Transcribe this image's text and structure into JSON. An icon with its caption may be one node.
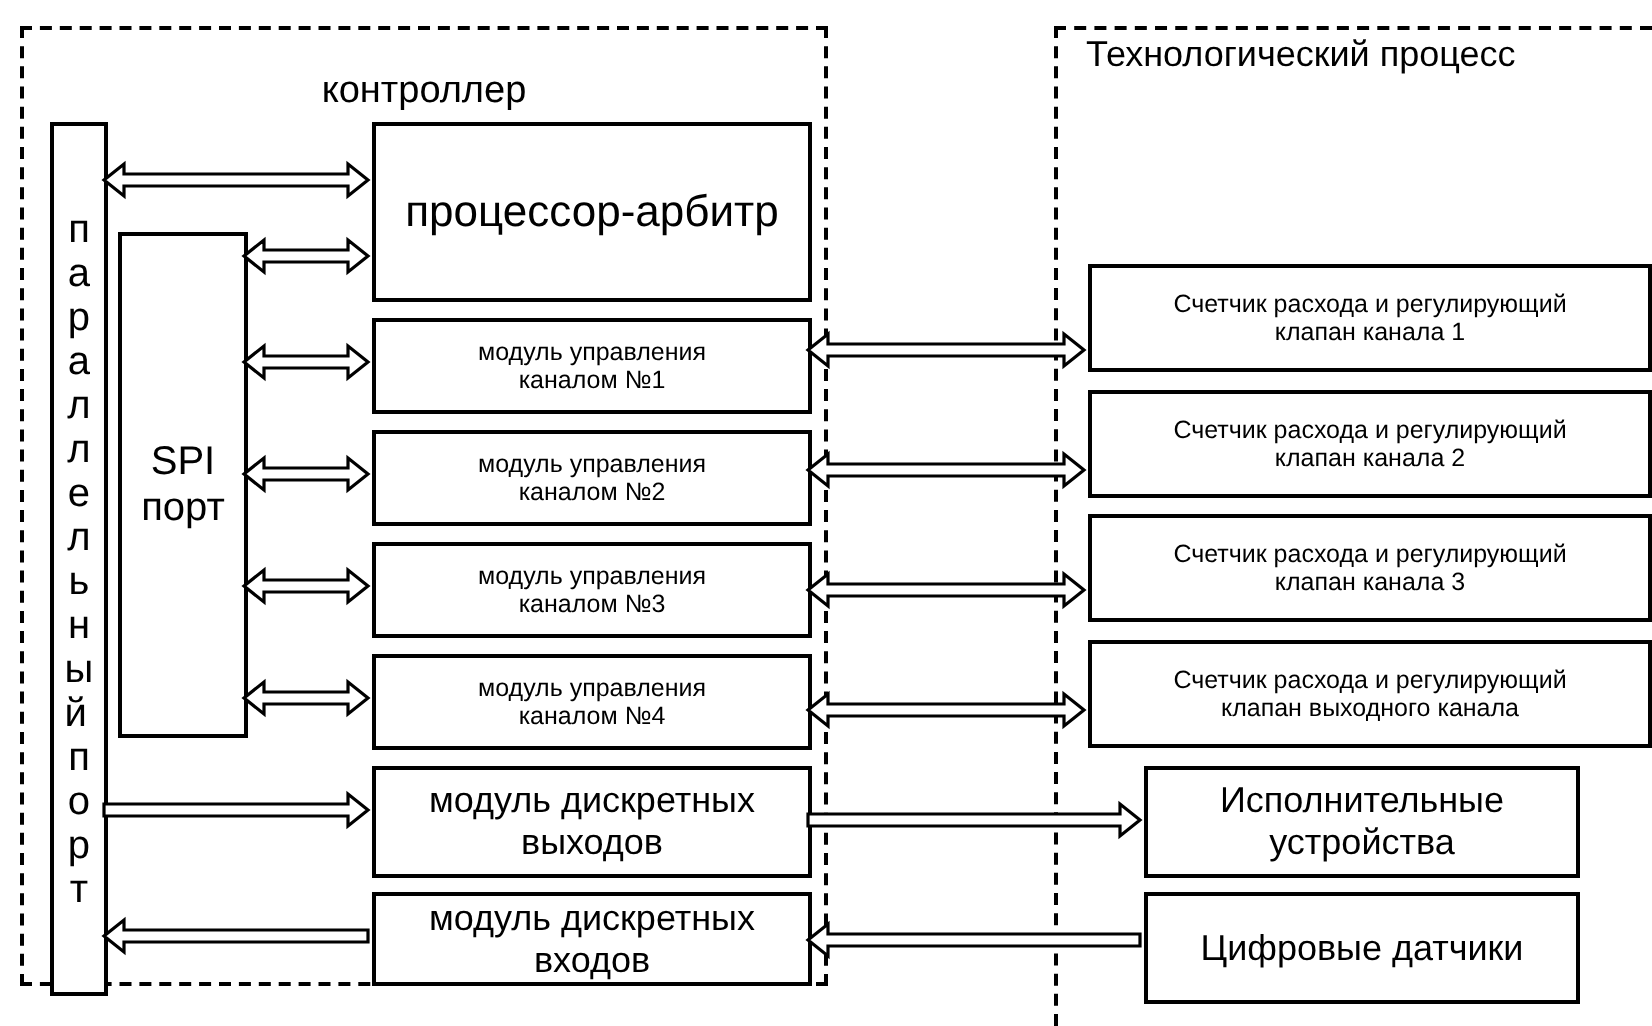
{
  "diagram": {
    "nodes": [
      {
        "text": [
          "контроллер"
        ]
      },
      {
        "text": [
          "параллельный порт"
        ],
        "in": 0
      },
      {
        "text": [
          "процессор-арбитр"
        ],
        "in": 0
      },
      {
        "text": [
          "SPI порт"
        ],
        "in": 0
      },
      {
        "text": [
          "модуль управления каналом №1"
        ],
        "in": 0
      },
      {
        "text": [
          "модуль управления каналом №2"
        ],
        "in": 0
      },
      {
        "text": [
          "модуль управления каналом №3"
        ],
        "in": 0
      },
      {
        "text": [
          "модуль управления каналом №4"
        ],
        "in": 0
      },
      {
        "text": [
          "модуль дискретных выходов"
        ],
        "in": 0
      },
      {
        "text": [
          "модуль дискретных входов"
        ],
        "in": 0
      },
      {
        "text": [
          "Технологический процесс"
        ]
      },
      {
        "text": [
          "Счетчик расхода и регулирующий клапан  канала 1"
        ],
        "in": 10
      },
      {
        "text": [
          "Счетчик расхода и регулирующий клапан  канала 2"
        ],
        "in": 10
      },
      {
        "text": [
          "Счетчик расхода и регулирующий клапан  канала 3"
        ],
        "in": 10
      },
      {
        "text": [
          "Счетчик расхода и регулирующий клапан выходного канала"
        ],
        "in": 10
      },
      {
        "text": [
          "Исполнительные устройства"
        ],
        "in": 10
      },
      {
        "text": [
          "Цифровые датчики"
        ],
        "in": 10
      }
    ],
    "edges": [
      {
        "from": 1,
        "to": 2,
        "arrow": "both"
      },
      {
        "from": 3,
        "to": 2,
        "arrow": "both"
      },
      {
        "from": 3,
        "to": 4,
        "arrow": "both"
      },
      {
        "from": 3,
        "to": 5,
        "arrow": "both"
      },
      {
        "from": 3,
        "to": 6,
        "arrow": "both"
      },
      {
        "from": 3,
        "to": 7,
        "arrow": "both"
      },
      {
        "from": 1,
        "to": 8,
        "arrow": "to"
      },
      {
        "from": 9,
        "to": 1,
        "arrow": "to"
      },
      {
        "from": 4,
        "to": 11,
        "arrow": "both"
      },
      {
        "from": 5,
        "to": 12,
        "arrow": "both"
      },
      {
        "from": 6,
        "to": 13,
        "arrow": "both"
      },
      {
        "from": 7,
        "to": 14,
        "arrow": "both"
      },
      {
        "from": 8,
        "to": 15,
        "arrow": "to"
      },
      {
        "from": 16,
        "to": 9,
        "arrow": "to"
      }
    ]
  }
}
